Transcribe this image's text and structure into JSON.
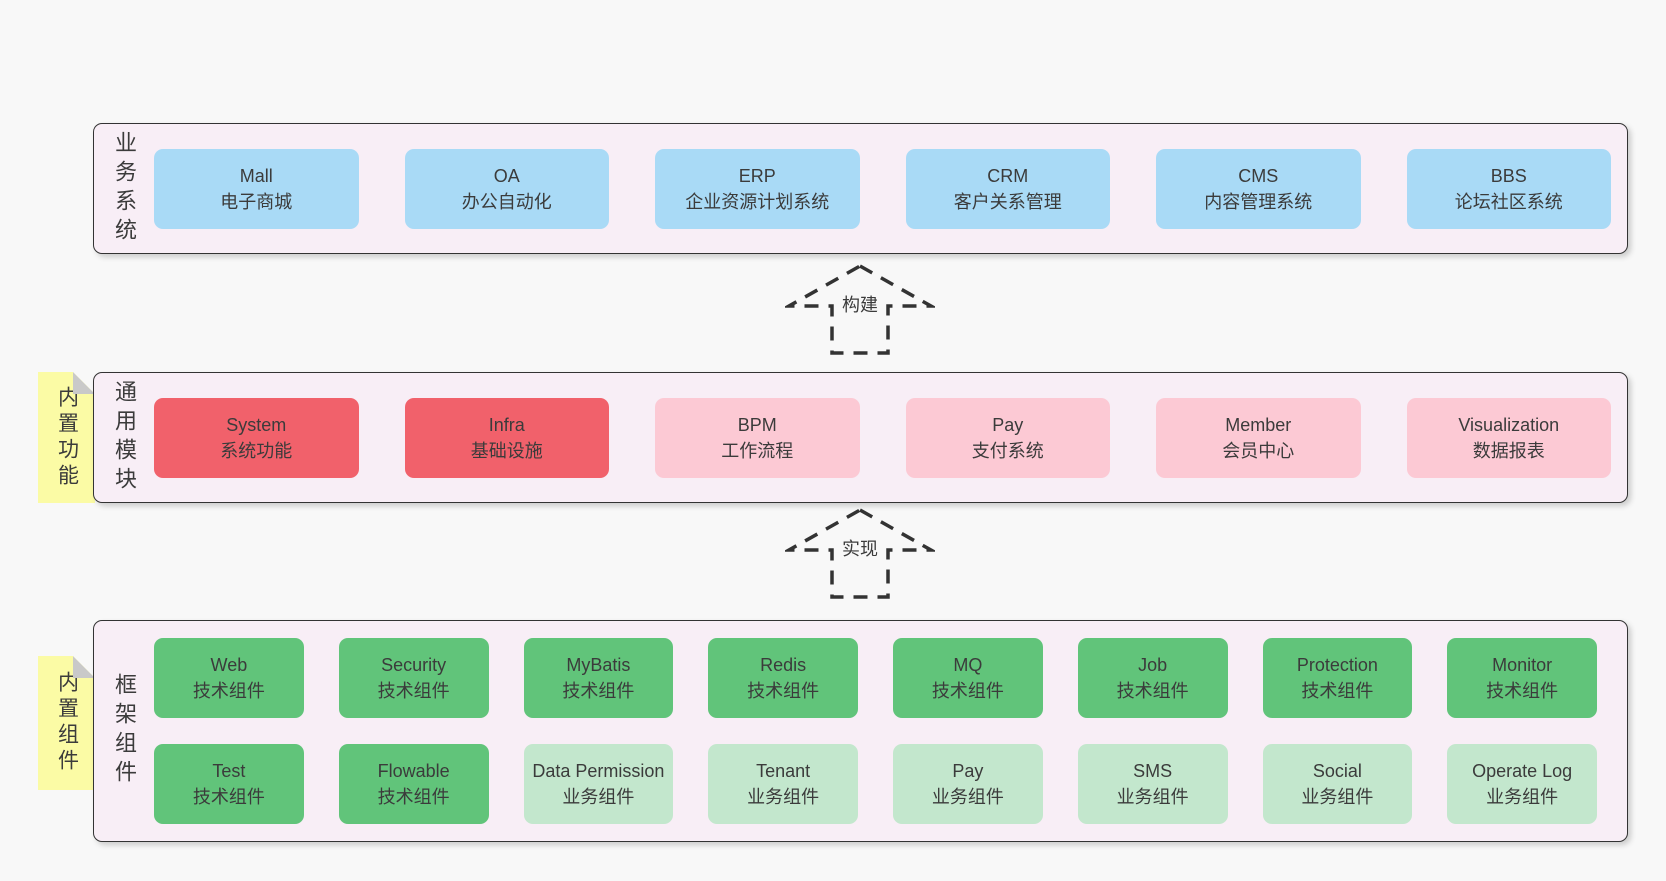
{
  "layers": [
    {
      "id": "business-systems",
      "side_label": "业务系统",
      "tab": null,
      "boxes": [
        {
          "name": "Mall",
          "desc": "电子商城",
          "variant": "blue"
        },
        {
          "name": "OA",
          "desc": "办公自动化",
          "variant": "blue"
        },
        {
          "name": "ERP",
          "desc": "企业资源计划系统",
          "variant": "blue"
        },
        {
          "name": "CRM",
          "desc": "客户关系管理",
          "variant": "blue"
        },
        {
          "name": "CMS",
          "desc": "内容管理系统",
          "variant": "blue"
        },
        {
          "name": "BBS",
          "desc": "论坛社区系统",
          "variant": "blue"
        }
      ]
    },
    {
      "id": "common-modules",
      "side_label": "通用模块",
      "tab": "内置功能",
      "boxes": [
        {
          "name": "System",
          "desc": "系统功能",
          "variant": "red"
        },
        {
          "name": "Infra",
          "desc": "基础设施",
          "variant": "red"
        },
        {
          "name": "BPM",
          "desc": "工作流程",
          "variant": "pink"
        },
        {
          "name": "Pay",
          "desc": "支付系统",
          "variant": "pink"
        },
        {
          "name": "Member",
          "desc": "会员中心",
          "variant": "pink"
        },
        {
          "name": "Visualization",
          "desc": "数据报表",
          "variant": "pink"
        }
      ]
    },
    {
      "id": "framework-components",
      "side_label": "框架组件",
      "tab": "内置组件",
      "boxes": [
        {
          "name": "Web",
          "desc": "技术组件",
          "variant": "green"
        },
        {
          "name": "Security",
          "desc": "技术组件",
          "variant": "green"
        },
        {
          "name": "MyBatis",
          "desc": "技术组件",
          "variant": "green"
        },
        {
          "name": "Redis",
          "desc": "技术组件",
          "variant": "green"
        },
        {
          "name": "MQ",
          "desc": "技术组件",
          "variant": "green"
        },
        {
          "name": "Job",
          "desc": "技术组件",
          "variant": "green"
        },
        {
          "name": "Protection",
          "desc": "技术组件",
          "variant": "green"
        },
        {
          "name": "Monitor",
          "desc": "技术组件",
          "variant": "green"
        },
        {
          "name": "Test",
          "desc": "技术组件",
          "variant": "green"
        },
        {
          "name": "Flowable",
          "desc": "技术组件",
          "variant": "green"
        },
        {
          "name": "Data Permission",
          "desc": "业务组件",
          "variant": "lightgreen"
        },
        {
          "name": "Tenant",
          "desc": "业务组件",
          "variant": "lightgreen"
        },
        {
          "name": "Pay",
          "desc": "业务组件",
          "variant": "lightgreen"
        },
        {
          "name": "SMS",
          "desc": "业务组件",
          "variant": "lightgreen"
        },
        {
          "name": "Social",
          "desc": "业务组件",
          "variant": "lightgreen"
        },
        {
          "name": "Operate Log",
          "desc": "业务组件",
          "variant": "lightgreen"
        }
      ]
    }
  ],
  "arrows": [
    {
      "label": "构建"
    },
    {
      "label": "实现"
    }
  ],
  "colors": {
    "blue": "#a9daf6",
    "red": "#f1616b",
    "pink": "#fcc9d4",
    "green": "#61c47a",
    "lightgreen": "#c3e7cd",
    "container_bg": "#f8eef6",
    "tab_yellow": "#fbfba5",
    "fold_gray": "#c9c9c9",
    "border": "#333333",
    "text": "#3b3b3b",
    "page_bg": "#f8f8f8"
  }
}
